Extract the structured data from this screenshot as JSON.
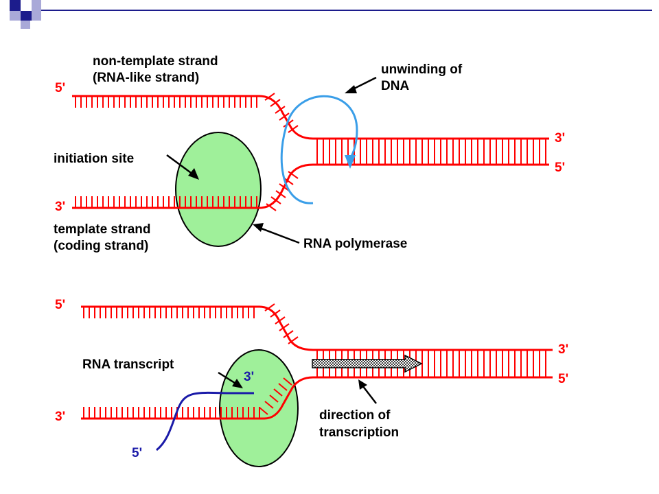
{
  "colors": {
    "strand": "#ff0000",
    "polymerase": "#9ff09a",
    "unwinding_arrow": "#3a9ee8",
    "rna": "#1a1aa8",
    "deco_dark": "#1c1c8c",
    "deco_light": "#a9a9d8"
  },
  "top_panel": {
    "nontemplate_label_line1": "non-template strand",
    "nontemplate_label_line2": "(RNA-like strand)",
    "unwinding_label_line1": "unwinding of",
    "unwinding_label_line2": "DNA",
    "initiation_label": "initiation site",
    "template_label_line1": "template strand",
    "template_label_line2": "(coding strand)",
    "polymerase_label": "RNA polymerase",
    "ends": {
      "top_left": "5'",
      "bottom_left": "3'",
      "top_right": "3'",
      "bottom_right": "5'"
    }
  },
  "bottom_panel": {
    "transcript_label": "RNA transcript",
    "direction_label_line1": "direction of",
    "direction_label_line2": "transcription",
    "ends": {
      "top_left": "5'",
      "bottom_left": "3'",
      "top_right": "3'",
      "bottom_right": "5'",
      "rna_3prime": "3'",
      "rna_5prime": "5'"
    }
  }
}
